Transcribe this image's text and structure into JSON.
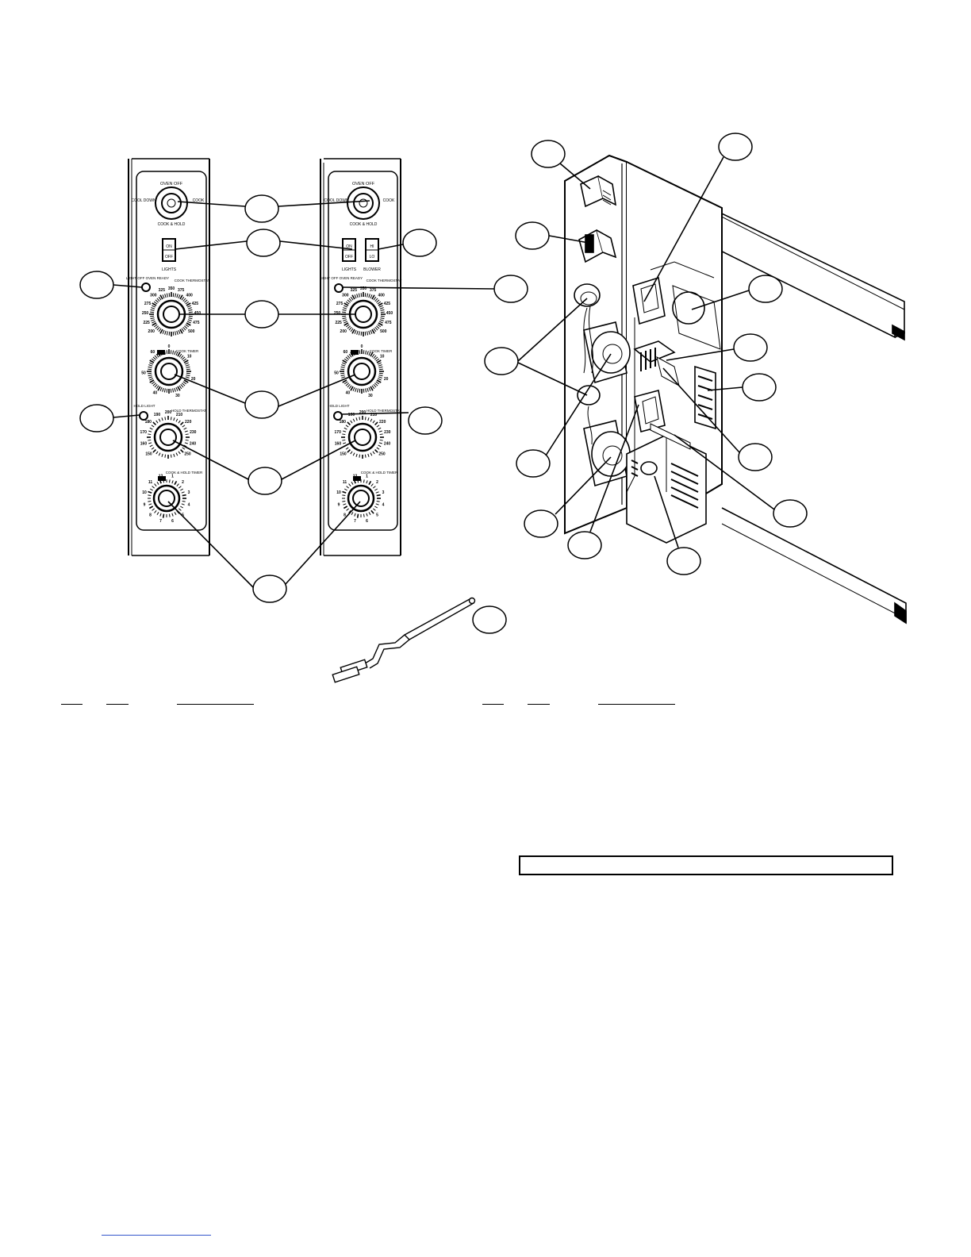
{
  "panel_a": {
    "selector": {
      "top": "OVEN OFF",
      "left": "COOL DOWN",
      "right": "COOK",
      "bottom": "COOK & HOLD"
    },
    "lights_switch": {
      "on": "ON",
      "off": "OFF",
      "caption": "LIGHTS"
    },
    "ready_light": "LIGHT OFF OVEN READY",
    "cook_thermostat": {
      "label": "COOK THERMOSTAT",
      "scale": [
        "200",
        "225",
        "250",
        "275",
        "300",
        "325",
        "350",
        "375",
        "400",
        "425",
        "450",
        "475",
        "500"
      ]
    },
    "cook_timer": {
      "label": "COOK TIMER",
      "scale": [
        "0",
        "10",
        "20",
        "30",
        "40",
        "50",
        "60"
      ]
    },
    "hold_light": "HOLD LIGHT",
    "hold_thermostat": {
      "label": "HOLD THERMOSTAT",
      "scale": [
        "150",
        "160",
        "170",
        "180",
        "190",
        "200",
        "210",
        "220",
        "230",
        "240",
        "250"
      ]
    },
    "hold_timer": {
      "label": "COOK & HOLD TIMER",
      "scale": [
        "1",
        "2",
        "3",
        "4",
        "5",
        "6",
        "7",
        "8",
        "9",
        "10",
        "11",
        "12"
      ]
    }
  },
  "panel_b": {
    "selector": {
      "top": "OVEN OFF",
      "left": "COOL DOWN",
      "right": "COOK",
      "bottom": "COOK & HOLD"
    },
    "lights_switch": {
      "on": "ON",
      "off": "OFF",
      "caption": "LIGHTS"
    },
    "blower_switch": {
      "hi": "HI",
      "lo": "LO",
      "caption": "BLOWER"
    },
    "ready_light": "LIGHT OFF OVEN READY",
    "cook_thermostat": {
      "label": "COOK THERMOSTAT",
      "scale": [
        "200",
        "225",
        "250",
        "275",
        "300",
        "325",
        "350",
        "375",
        "400",
        "425",
        "450",
        "475",
        "500"
      ]
    },
    "cook_timer": {
      "label": "COOK TIMER",
      "scale": [
        "0",
        "10",
        "20",
        "30",
        "40",
        "50",
        "60"
      ]
    },
    "hold_light": "HOLD LIGHT",
    "hold_thermostat": {
      "label": "HOLD THERMOSTAT",
      "scale": [
        "150",
        "160",
        "170",
        "180",
        "190",
        "200",
        "210",
        "220",
        "230",
        "240",
        "250"
      ]
    },
    "hold_timer": {
      "label": "COOK & HOLD TIMER",
      "scale": [
        "1",
        "2",
        "3",
        "4",
        "5",
        "6",
        "7",
        "8",
        "9",
        "10",
        "11",
        "12"
      ]
    }
  }
}
